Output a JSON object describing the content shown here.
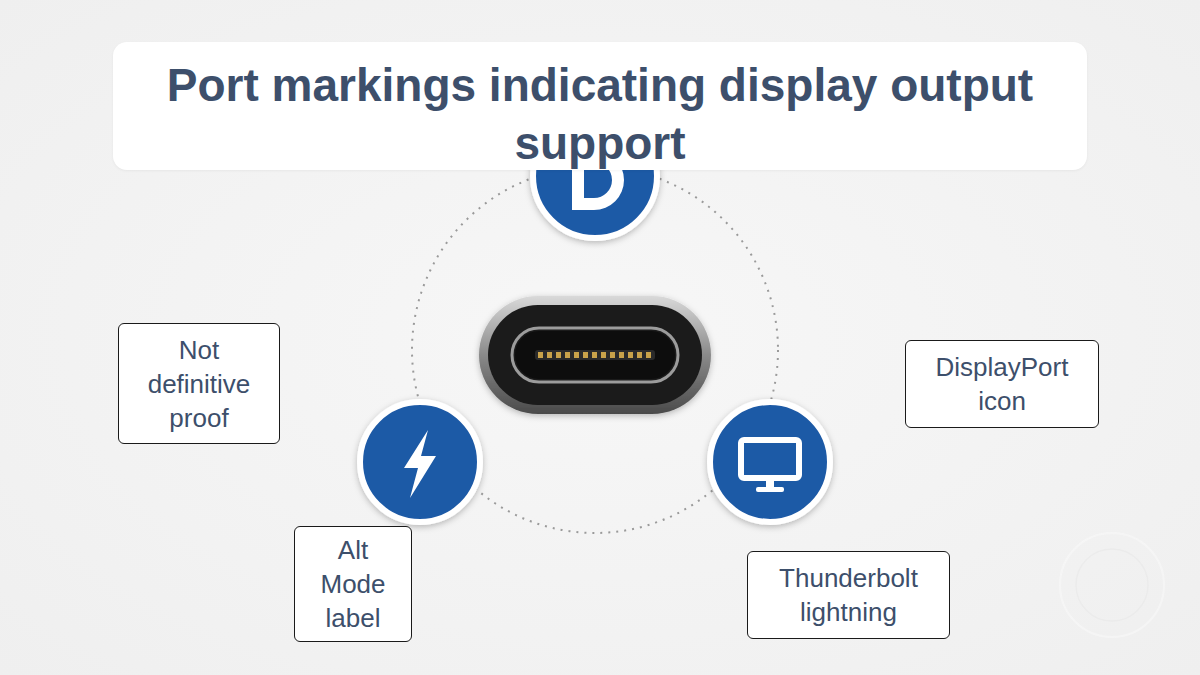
{
  "diagram": {
    "title": "Port markings indicating display output support",
    "nodes": [
      {
        "text": [
          "Not definitive proof"
        ]
      },
      {
        "text": [
          "DisplayPort icon"
        ]
      },
      {
        "text": [
          "Alt Mode label"
        ]
      },
      {
        "text": [
          "Thunderbolt lightning"
        ]
      }
    ]
  }
}
